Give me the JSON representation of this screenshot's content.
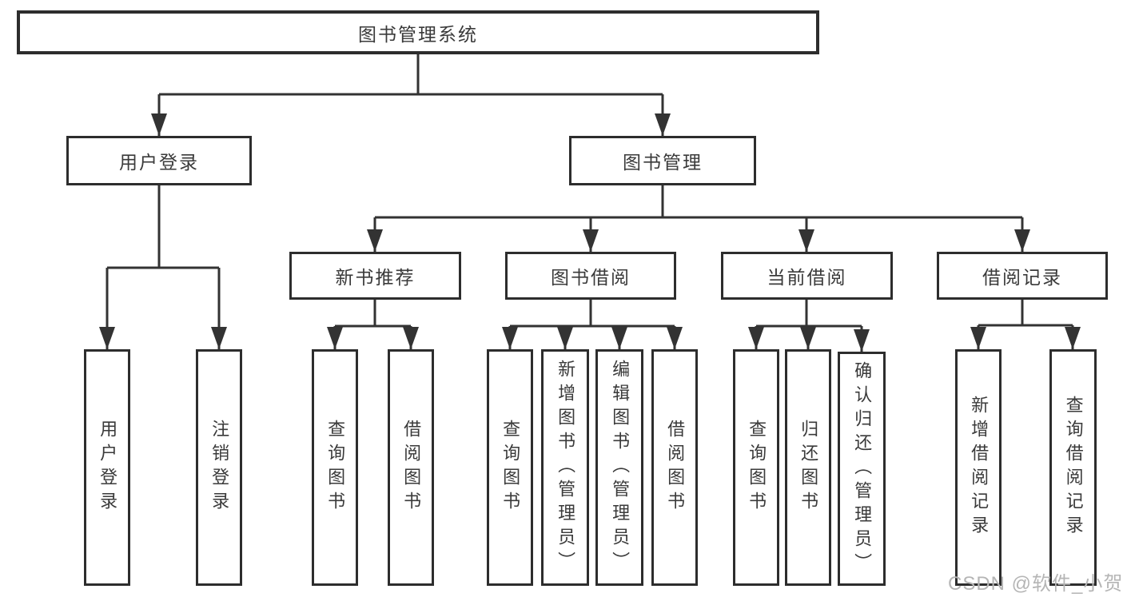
{
  "diagram": {
    "root": {
      "label": "图书管理系统"
    },
    "branches": [
      {
        "label": "用户登录",
        "children": [
          {
            "label": "用户登录"
          },
          {
            "label": "注销登录"
          }
        ]
      },
      {
        "label": "图书管理",
        "children": [
          {
            "label": "新书推荐",
            "children": [
              {
                "label": "查询图书"
              },
              {
                "label": "借阅图书"
              }
            ]
          },
          {
            "label": "图书借阅",
            "children": [
              {
                "label": "查询图书"
              },
              {
                "label": "新增图书（管理员）"
              },
              {
                "label": "编辑图书（管理员）"
              },
              {
                "label": "借阅图书"
              }
            ]
          },
          {
            "label": "当前借阅",
            "children": [
              {
                "label": "查询图书"
              },
              {
                "label": "归还图书"
              },
              {
                "label": "确认归还（管理员）"
              }
            ]
          },
          {
            "label": "借阅记录",
            "children": [
              {
                "label": "新增借阅记录"
              },
              {
                "label": "查询借阅记录"
              }
            ]
          }
        ]
      }
    ]
  },
  "watermark": "CSDN @软件_小贺同学",
  "colors": {
    "line": "#333333",
    "border": "#2d2d2d",
    "text": "#3a3a3a",
    "watermark": "#b5b5b5"
  }
}
